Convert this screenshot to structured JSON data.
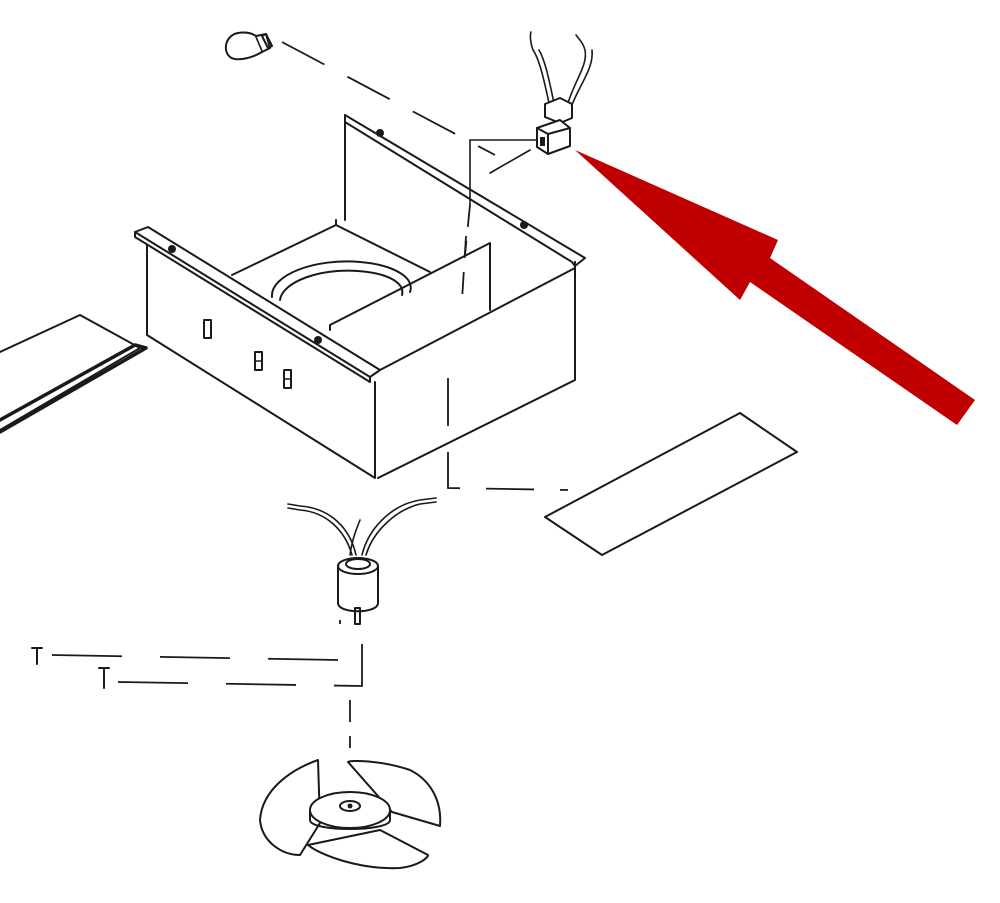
{
  "diagram": {
    "type": "exploded-parts-diagram",
    "parts": [
      "bulb",
      "wire-connector",
      "housing",
      "damper-plate",
      "filter-pad",
      "motor",
      "mounting-screws",
      "fan-blade"
    ],
    "highlight": {
      "target": "wire-connector",
      "color": "#c00000"
    },
    "line_color": "#1a1a1a",
    "background": "#ffffff"
  }
}
